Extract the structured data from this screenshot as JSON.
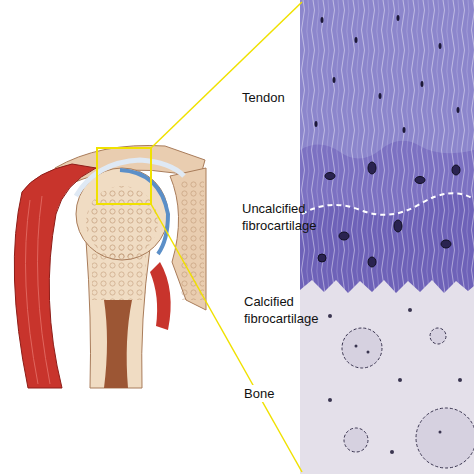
{
  "diagram": {
    "labels": [
      "Tendon",
      "Uncalcified fibrocartilage",
      "Calcified fibrocartilage",
      "Bone"
    ]
  }
}
